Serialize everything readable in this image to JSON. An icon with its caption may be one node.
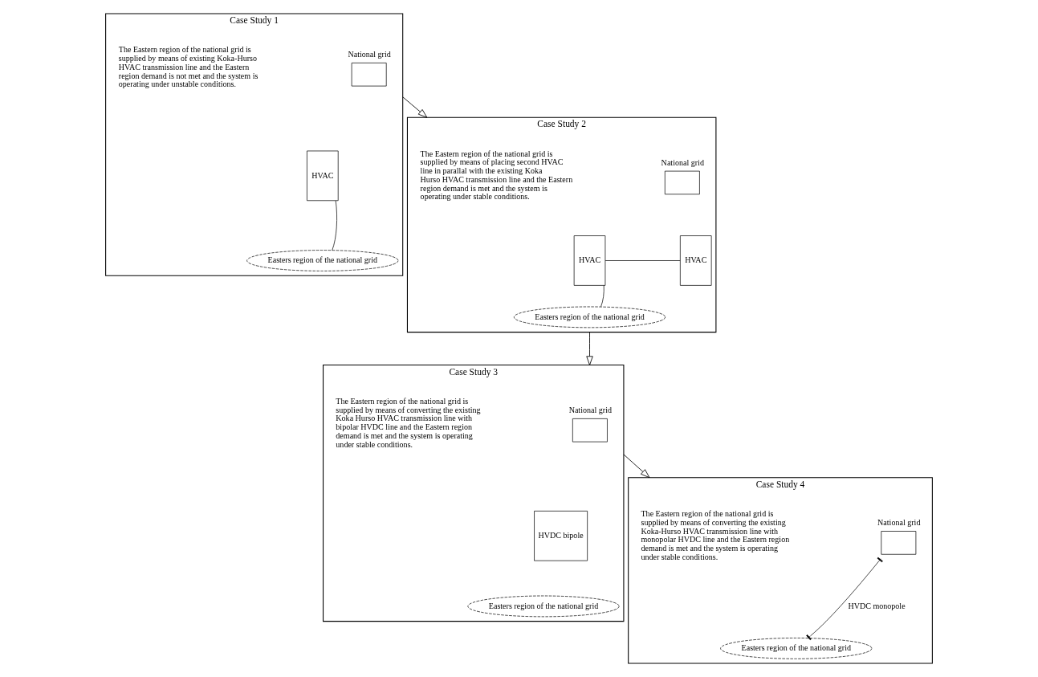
{
  "diagram": {
    "nodes": [
      {
        "text": [
          "Case Study 1"
        ]
      },
      {
        "text": [
          "The Eastern region of the national grid is supplied by means of existing Koka-Hurso HVAC transmission line and the Eastern region demand is not met and the system is operating under unstable conditions."
        ],
        "in": 0
      },
      {
        "text": [
          "National grid"
        ],
        "in": 0
      },
      {
        "text": [
          "HVAC"
        ],
        "in": 0
      },
      {
        "text": [
          "Easters region of the national grid"
        ],
        "in": 0
      },
      {
        "text": [
          "Case Study 2"
        ]
      },
      {
        "text": [
          "The Eastern region of the national grid is supplied by means of placing second HVAC line in parallal with the existing Koka Hurso HVAC transmission line and the Eastern region demand is met and the system is operating under stable conditions."
        ],
        "in": 5
      },
      {
        "text": [
          "National grid"
        ],
        "in": 5
      },
      {
        "text": [
          "HVAC"
        ],
        "in": 5
      },
      {
        "text": [
          "HVAC"
        ],
        "in": 5
      },
      {
        "text": [
          "Easters region of the national grid"
        ],
        "in": 5
      },
      {
        "text": [
          "Case Study 3"
        ]
      },
      {
        "text": [
          "The Eastern region of the national grid is supplied by means of converting the existing Koka Hurso HVAC transmission line with bipolar HVDC line and the Eastern region demand is met and the system is operating under stable conditions."
        ],
        "in": 11
      },
      {
        "text": [
          "National grid"
        ],
        "in": 11
      },
      {
        "text": [
          "HVDC bipole"
        ],
        "in": 11
      },
      {
        "text": [
          "Easters region of the national grid"
        ],
        "in": 11
      },
      {
        "text": [
          "Case Study 4"
        ]
      },
      {
        "text": [
          "The Eastern region of the national grid is supplied by means of converting the existing Koka-Hurso HVAC transmission line with monopolar HVDC line and the Eastern region demand is met and the system is operating under stable conditions."
        ],
        "in": 16
      },
      {
        "text": [
          "National grid"
        ],
        "in": 16
      },
      {
        "text": [
          "Easters region of the national grid"
        ],
        "in": 16
      }
    ],
    "edges": [
      {
        "from": 3,
        "to": 4,
        "arrow": "none"
      },
      {
        "from": 8,
        "to": 9,
        "arrow": "none"
      },
      {
        "from": 8,
        "to": 10,
        "arrow": "none"
      },
      {
        "from": 18,
        "to": 19,
        "arrow": "other",
        "label": "HVDC monopole"
      },
      {
        "from": 0,
        "to": 5,
        "arrow": "to"
      },
      {
        "from": 5,
        "to": 11,
        "arrow": "to"
      },
      {
        "from": 11,
        "to": 16,
        "arrow": "to"
      }
    ]
  }
}
